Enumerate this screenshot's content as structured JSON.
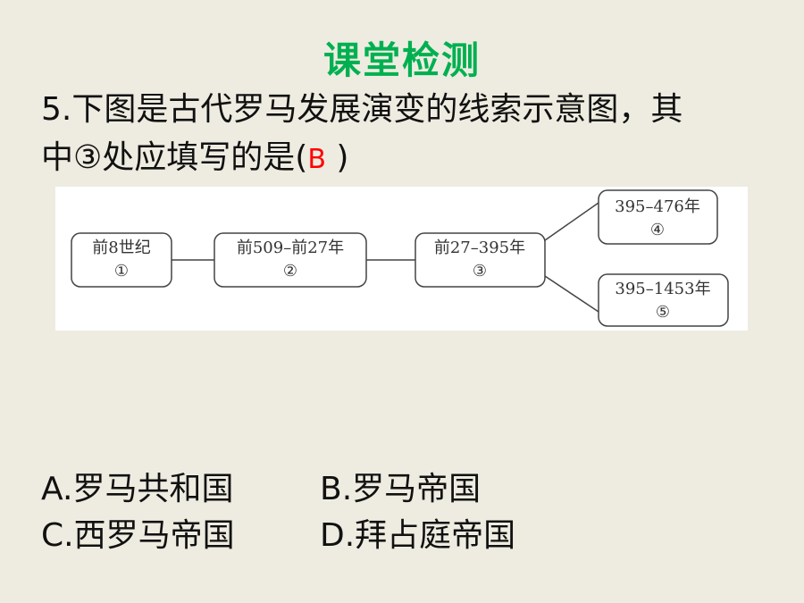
{
  "slide": {
    "title": "课堂检测"
  },
  "question": {
    "line1": "5.下图是古代罗马发展演变的线索示意图，其",
    "line2_prefix": "中③处应填写的是(",
    "answer": "B",
    "line2_suffix": " )"
  },
  "diagram": {
    "nodes": [
      {
        "label": "前8世纪",
        "marker": "①"
      },
      {
        "label": "前509–前27年",
        "marker": "②"
      },
      {
        "label": "前27–395年",
        "marker": "③"
      },
      {
        "label": "395–476年",
        "marker": "④"
      },
      {
        "label": "395–1453年",
        "marker": "⑤"
      }
    ]
  },
  "options": {
    "a": "A.罗马共和国",
    "b": "B.罗马帝国",
    "c": "C.西罗马帝国",
    "d": "D.拜占庭帝国"
  },
  "colors": {
    "title": "#00b050",
    "answer": "#ff0000",
    "background": "#eeece1"
  }
}
